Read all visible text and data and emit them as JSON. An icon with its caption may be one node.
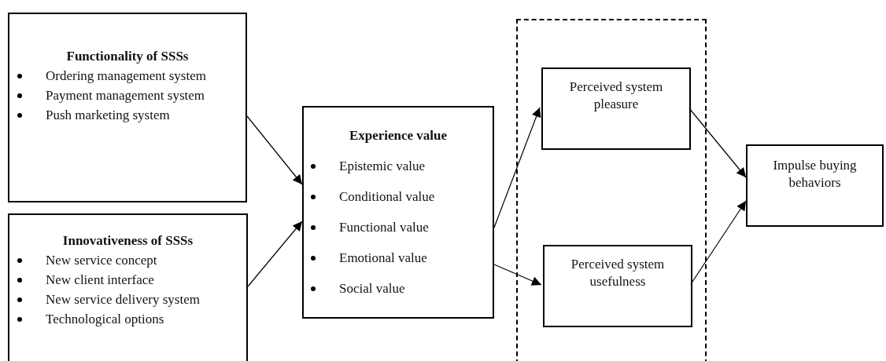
{
  "diagram": {
    "nodes": [
      {
        "text": [
          "Functionality of SSSs",
          "Ordering management system",
          "Payment management system",
          "Push marketing system"
        ]
      },
      {
        "text": [
          "Innovativeness of SSSs",
          "New service concept",
          "New client interface",
          "New service delivery system",
          "Technological options"
        ]
      },
      {
        "text": [
          "Experience value",
          "Epistemic value",
          "Conditional value",
          "Functional value",
          "Emotional value",
          "Social value"
        ]
      },
      {
        "text": [],
        "shape": "box"
      },
      {
        "text": [
          "Perceived system pleasure"
        ],
        "in": 3
      },
      {
        "text": [
          "Perceived system usefulness"
        ],
        "in": 3
      },
      {
        "text": [
          "Impulse buying behaviors"
        ]
      }
    ],
    "edges": [
      {
        "from": 0,
        "to": 2,
        "arrow": "to"
      },
      {
        "from": 1,
        "to": 2,
        "arrow": "to"
      },
      {
        "from": 2,
        "to": 4,
        "arrow": "to"
      },
      {
        "from": 2,
        "to": 5,
        "arrow": "to"
      },
      {
        "from": 4,
        "to": 6,
        "arrow": "to"
      },
      {
        "from": 5,
        "to": 6,
        "arrow": "to"
      }
    ]
  }
}
